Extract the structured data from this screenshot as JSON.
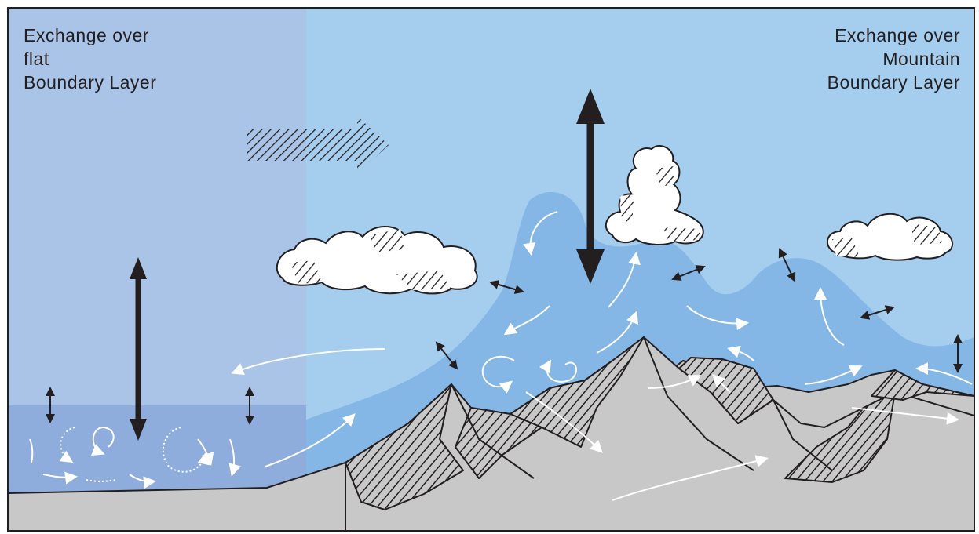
{
  "labels": {
    "left": [
      "Exchange over",
      "flat",
      "Boundary Layer"
    ],
    "right": [
      "Exchange over",
      "Mountain",
      "Boundary Layer"
    ]
  },
  "colors": {
    "sky_left": "#a9c4e7",
    "sky_right": "#a5cdee",
    "mountain_boundary_layer": "#84b6e6",
    "flat_boundary_layer": "#8eacdc",
    "mountain": "#c8c8c8",
    "hatch": "#231f20",
    "cloud": "#ffffff",
    "eddy_arrow": "#ffffff",
    "exchange_arrow": "#231f20"
  },
  "icons": [
    "mean-wind-arrow-icon",
    "cloud-icon",
    "cumulus-tower-icon",
    "vertical-exchange-arrow-icon",
    "turbulent-eddy-icon"
  ]
}
